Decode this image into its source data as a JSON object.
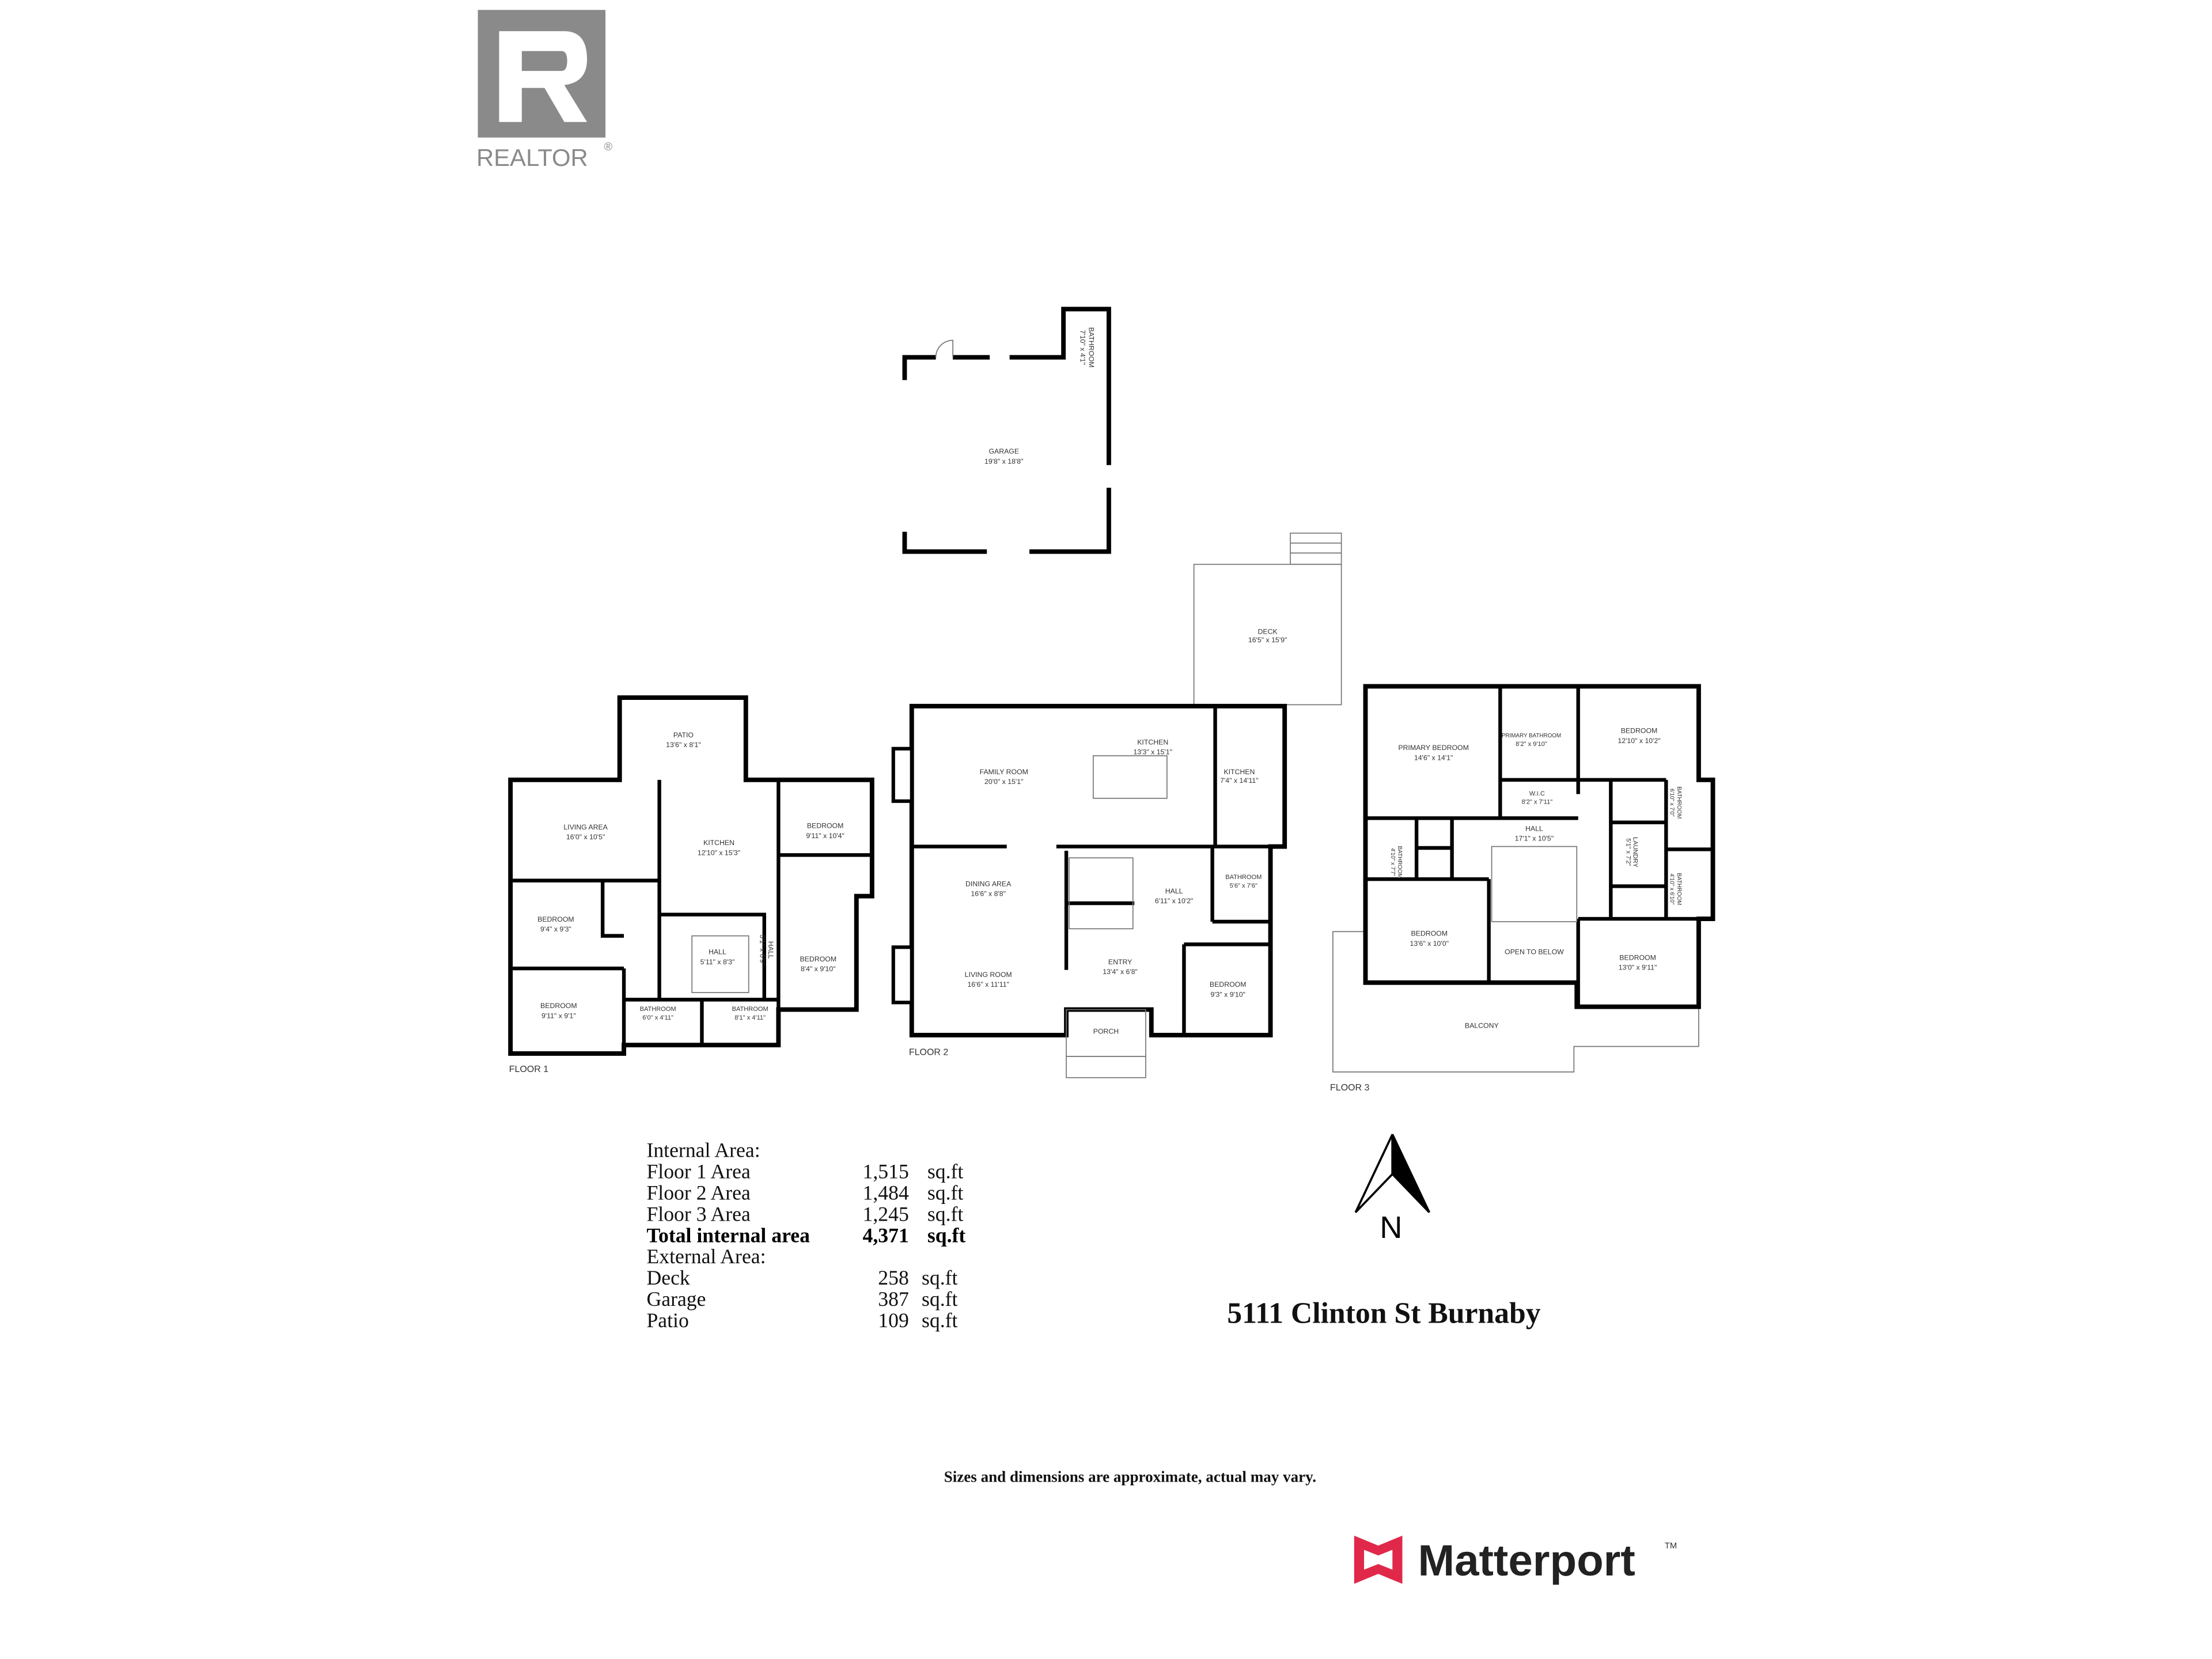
{
  "brand": {
    "realtor": "REALTOR",
    "realtor_mark": "®",
    "matterport": "Matterport",
    "tm": "TM",
    "matterport_color": "#e0294a",
    "realtor_color": "#8a8a8a"
  },
  "garage": {
    "rooms": [
      {
        "name": "GARAGE",
        "dims": "19'8\" x 18'8\""
      },
      {
        "name": "BATHROOM",
        "dims": "7'10\" x 4'1\""
      }
    ]
  },
  "deck": {
    "name": "DECK",
    "dims": "16'5\" x 15'9\""
  },
  "floor1": {
    "label": "FLOOR 1",
    "rooms": [
      {
        "name": "PATIO",
        "dims": "13'6\" x 8'1\""
      },
      {
        "name": "LIVING AREA",
        "dims": "16'0\" x 10'5\""
      },
      {
        "name": "KITCHEN",
        "dims": "12'10\" x 15'3\""
      },
      {
        "name": "BEDROOM",
        "dims": "9'11\" x 10'4\""
      },
      {
        "name": "BEDROOM",
        "dims": "9'4\" x 9'3\""
      },
      {
        "name": "BEDROOM",
        "dims": "9'11\" x 9'1\""
      },
      {
        "name": "HALL",
        "dims": "5'11\" x 8'3\""
      },
      {
        "name": "HALL",
        "dims": "3'1\" x 6'9\""
      },
      {
        "name": "BEDROOM",
        "dims": "8'4\" x 9'10\""
      },
      {
        "name": "BATHROOM",
        "dims": "6'0\" x 4'11\""
      },
      {
        "name": "BATHROOM",
        "dims": "8'1\" x 4'11\""
      }
    ]
  },
  "floor2": {
    "label": "FLOOR 2",
    "rooms": [
      {
        "name": "FAMILY ROOM",
        "dims": "20'0\" x 15'1\""
      },
      {
        "name": "KITCHEN",
        "dims": "13'3\" x 15'1\""
      },
      {
        "name": "KITCHEN",
        "dims": "7'4\" x 14'11\""
      },
      {
        "name": "DINING AREA",
        "dims": "16'6\" x 8'8\""
      },
      {
        "name": "LIVING ROOM",
        "dims": "16'6\" x 11'11\""
      },
      {
        "name": "HALL",
        "dims": "6'11\" x 10'2\""
      },
      {
        "name": "BATHROOM",
        "dims": "5'6\" x 7'6\""
      },
      {
        "name": "ENTRY",
        "dims": "13'4\" x 6'8\""
      },
      {
        "name": "BEDROOM",
        "dims": "9'3\" x 9'10\""
      },
      {
        "name": "PORCH",
        "dims": ""
      }
    ]
  },
  "floor3": {
    "label": "FLOOR 3",
    "rooms": [
      {
        "name": "PRIMARY BEDROOM",
        "dims": "14'6\" x 14'1\""
      },
      {
        "name": "PRIMARY BATHROOM",
        "dims": "8'2\" x 9'10\""
      },
      {
        "name": "W.I.C",
        "dims": "8'2\" x 7'11\""
      },
      {
        "name": "BEDROOM",
        "dims": "12'10\" x 10'2\""
      },
      {
        "name": "HALL",
        "dims": "17'1\" x 10'5\""
      },
      {
        "name": "LAUNDRY",
        "dims": "5'1\" x 7'2\""
      },
      {
        "name": "BATHROOM",
        "dims": "6'10\" x 7'0\""
      },
      {
        "name": "BATHROOM",
        "dims": "4'10\" x 7'7\""
      },
      {
        "name": "BATHROOM",
        "dims": "4'10\" x 6'10\""
      },
      {
        "name": "BEDROOM",
        "dims": "13'6\" x 10'0\""
      },
      {
        "name": "OPEN TO BELOW",
        "dims": ""
      },
      {
        "name": "BEDROOM",
        "dims": "13'0\" x 9'11\""
      },
      {
        "name": "BALCONY",
        "dims": ""
      }
    ]
  },
  "compass": {
    "label": "N"
  },
  "areas": {
    "internal_heading": "Internal Area:",
    "internal": [
      {
        "label": "Floor 1 Area",
        "value": "1,515",
        "unit": "sq.ft"
      },
      {
        "label": "Floor 2 Area",
        "value": "1,484",
        "unit": "sq.ft"
      },
      {
        "label": "Floor 3 Area",
        "value": "1,245",
        "unit": "sq.ft"
      }
    ],
    "total": {
      "label": "Total internal area",
      "value": "4,371",
      "unit": "sq.ft"
    },
    "external_heading": "External Area:",
    "external": [
      {
        "label": "Deck",
        "value": "258",
        "unit": "sq.ft"
      },
      {
        "label": "Garage",
        "value": "387",
        "unit": "sq.ft"
      },
      {
        "label": "Patio",
        "value": "109",
        "unit": "sq.ft"
      }
    ]
  },
  "address": "5111 Clinton St Burnaby",
  "disclaimer": "Sizes and dimensions are approximate, actual may vary."
}
